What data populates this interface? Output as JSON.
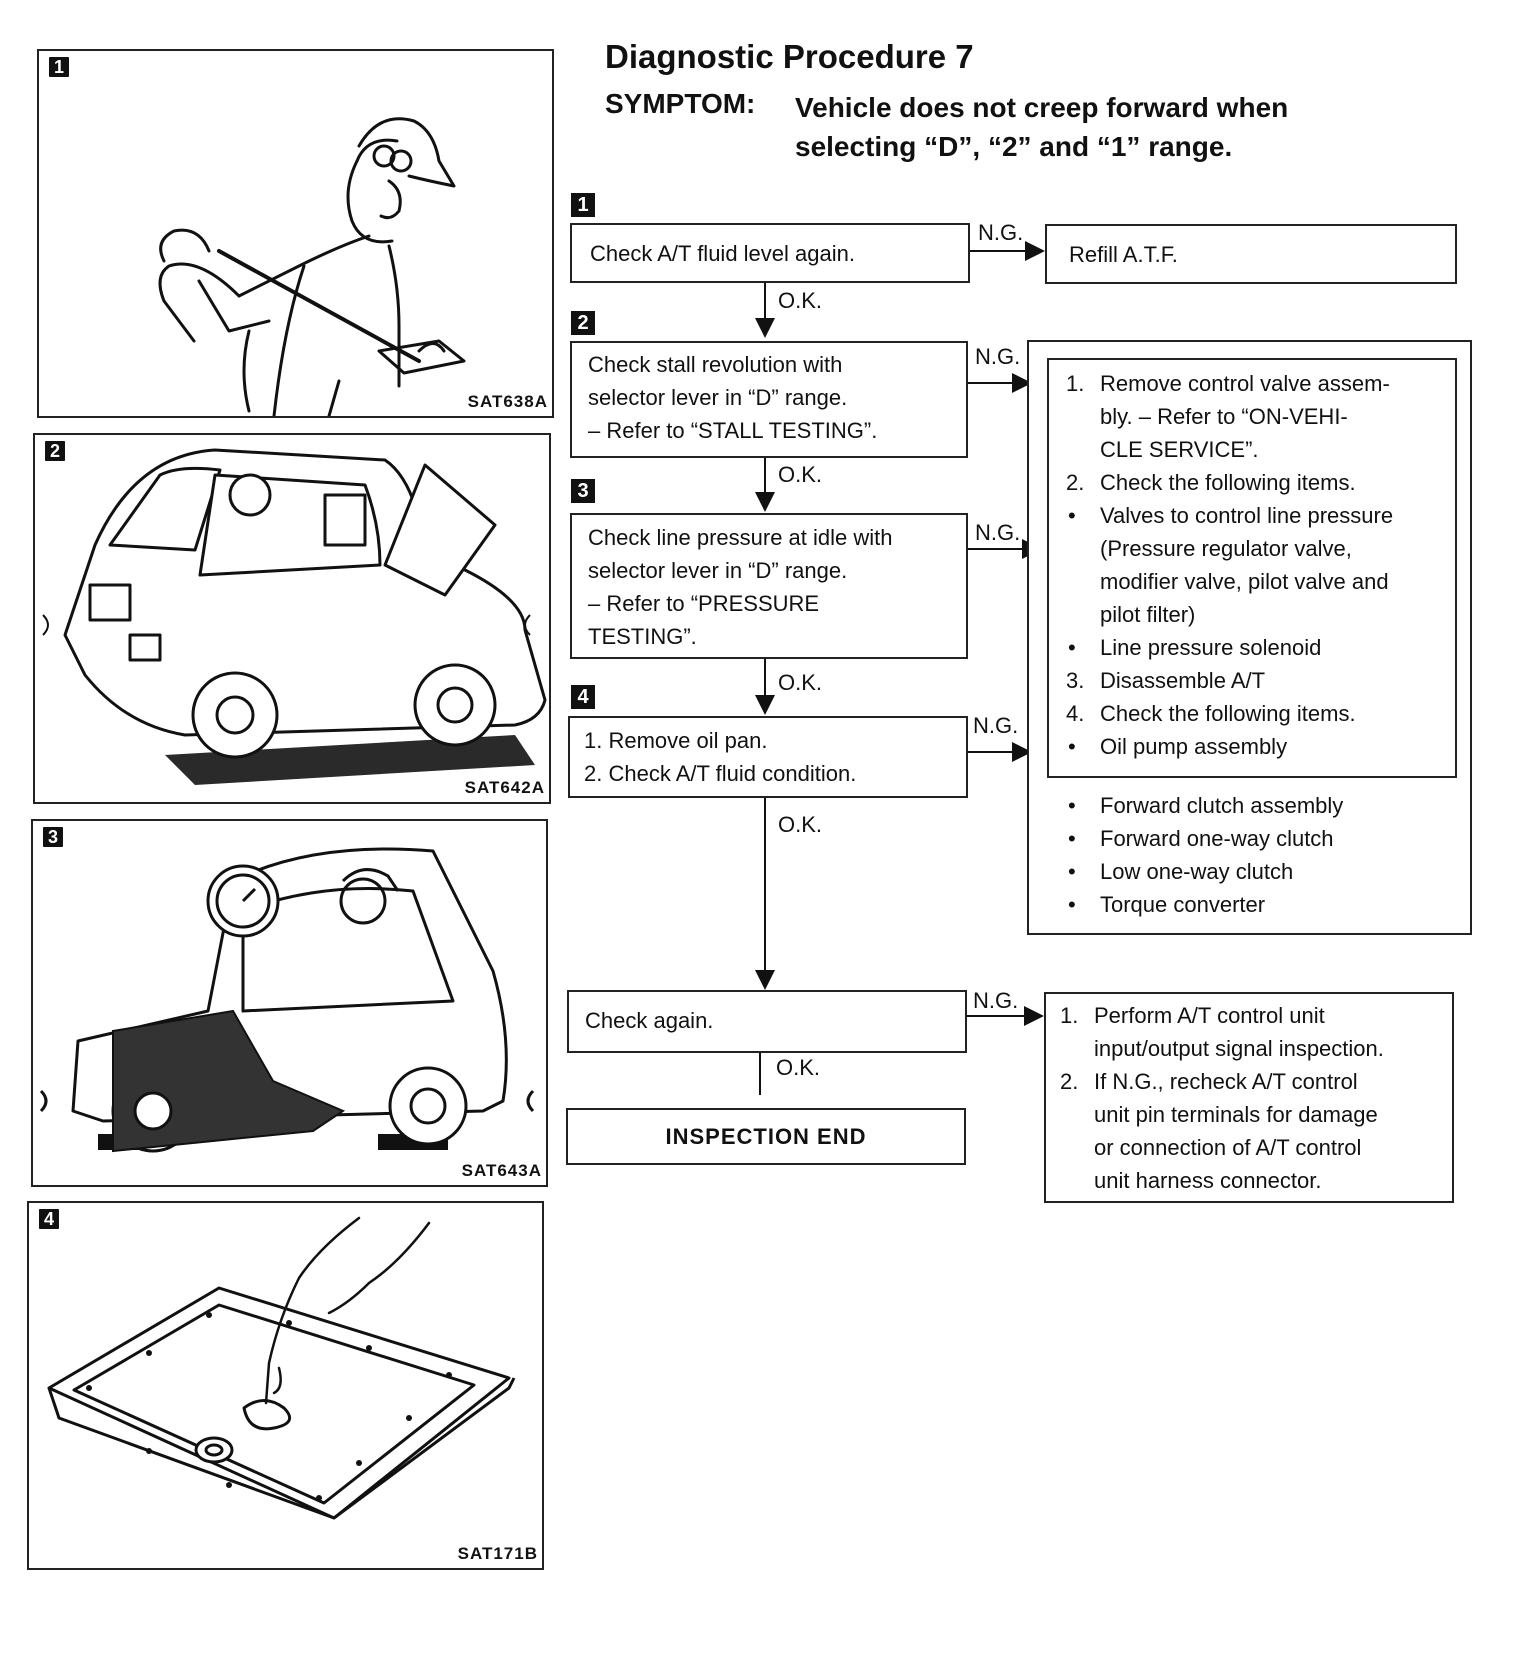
{
  "header": {
    "title": "Diagnostic Procedure 7",
    "symptom_label": "SYMPTOM:",
    "symptom_lines": [
      "Vehicle does not creep forward when",
      "selecting “D”, “2” and “1” range."
    ]
  },
  "figures": [
    {
      "number": "1",
      "caption": "SAT638A"
    },
    {
      "number": "2",
      "caption": "SAT642A"
    },
    {
      "number": "3",
      "caption": "SAT643A"
    },
    {
      "number": "4",
      "caption": "SAT171B"
    }
  ],
  "steps": [
    {
      "number": "1",
      "lines": [
        "Check A/T fluid level again."
      ]
    },
    {
      "number": "2",
      "lines": [
        "Check stall revolution with",
        "selector lever in “D” range.",
        "– Refer to “STALL TESTING”."
      ]
    },
    {
      "number": "3",
      "lines": [
        "Check line pressure at idle with",
        "selector lever in “D” range.",
        "– Refer to “PRESSURE",
        "TESTING”."
      ]
    },
    {
      "number": "4",
      "lines": [
        "1.  Remove oil pan.",
        "2.  Check A/T fluid condition."
      ]
    },
    {
      "number": "",
      "lines": [
        "Check again."
      ]
    }
  ],
  "end_box": "INSPECTION  END",
  "labels": {
    "ng": "N.G.",
    "ok": "O.K."
  },
  "refill_box": "Refill A.T.F.",
  "repair_box": {
    "items": [
      {
        "marker": "1.",
        "lines": [
          "Remove control valve assem-",
          "bly. – Refer to “ON-VEHI-",
          "CLE SERVICE”."
        ]
      },
      {
        "marker": "2.",
        "lines": [
          "Check the following items."
        ]
      },
      {
        "marker": "•",
        "lines": [
          "Valves to control line pressure",
          "(Pressure regulator valve,",
          "modifier valve, pilot valve and",
          "pilot filter)"
        ]
      },
      {
        "marker": "•",
        "lines": [
          "Line pressure solenoid"
        ]
      },
      {
        "marker": "3.",
        "lines": [
          "Disassemble A/T"
        ]
      },
      {
        "marker": "4.",
        "lines": [
          "Check the following items."
        ]
      },
      {
        "marker": "•",
        "lines": [
          "Oil pump assembly"
        ]
      }
    ],
    "extra_items": [
      "Forward clutch assembly",
      "Forward one-way clutch",
      "Low one-way clutch",
      "Torque converter"
    ]
  },
  "control_unit_box": {
    "items": [
      {
        "marker": "1.",
        "lines": [
          "Perform A/T control unit",
          "input/output signal inspection."
        ]
      },
      {
        "marker": "2.",
        "lines": [
          "If N.G., recheck A/T control",
          "unit pin terminals for damage",
          "or connection of A/T control",
          "unit harness connector."
        ]
      }
    ]
  }
}
